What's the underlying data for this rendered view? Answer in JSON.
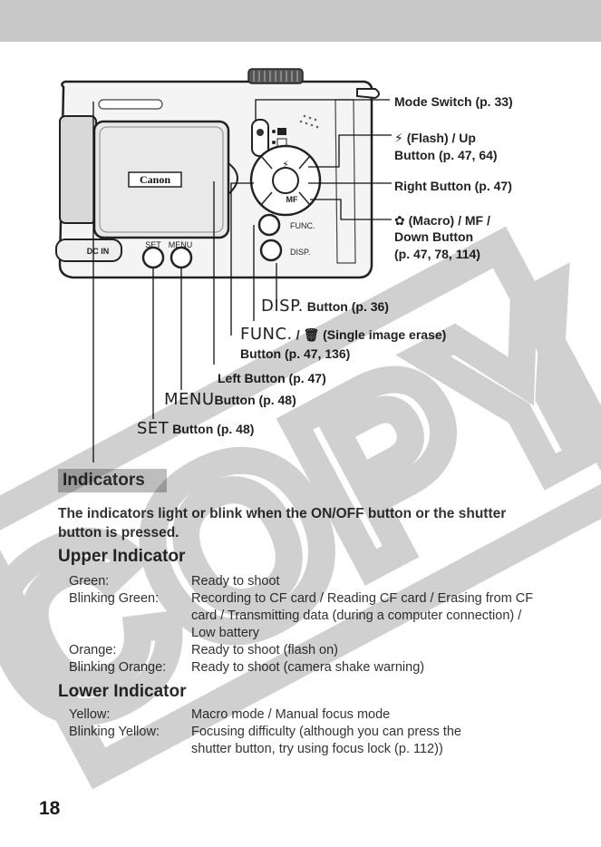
{
  "callouts": {
    "mode_switch": "Mode Switch (p. 33)",
    "flash_up_1": "(Flash) / Up",
    "flash_up_2": "Button (p. 47, 64)",
    "right_button": "Right Button (p. 47)",
    "macro_1": "(Macro) / MF /",
    "macro_2": "Down Button",
    "macro_3": "(p. 47, 78, 114)",
    "disp_word": "DISP.",
    "disp_rest": "Button (p. 36)",
    "func_word": "FUNC.",
    "func_slash": "/",
    "func_rest": "(Single image erase)",
    "func_line2": "Button (p. 47, 136)",
    "left_button": "Left Button (p. 47)",
    "menu_word": "MENU",
    "menu_rest": "Button (p. 48)",
    "set_word": "SET",
    "set_rest": "Button (p. 48)"
  },
  "camera": {
    "brand": "Canon",
    "func_label": "FUNC.",
    "disp_label": "DISP.",
    "mf_label": "MF",
    "set_label": "SET",
    "menu_label": "MENU",
    "dcin_label": "DC IN"
  },
  "indicators": {
    "title": "Indicators",
    "intro": "The indicators light or blink when the ON/OFF button or the shutter button is pressed.",
    "upper_title": "Upper Indicator",
    "upper_rows": [
      {
        "label": "Green:",
        "value": "Ready to shoot"
      },
      {
        "label": "Blinking Green:",
        "value": "Recording to CF card / Reading CF card / Erasing from CF card / Transmitting data (during a computer connection) / Low battery"
      },
      {
        "label": "Orange:",
        "value": "Ready to shoot (flash on)"
      },
      {
        "label": "Blinking Orange:",
        "value": "Ready to shoot (camera shake warning)"
      }
    ],
    "lower_title": "Lower Indicator",
    "lower_rows": [
      {
        "label": "Yellow:",
        "value": "Macro mode / Manual focus mode"
      },
      {
        "label": "Blinking Yellow:",
        "value": "Focusing difficulty (although you can press the shutter button, try using focus lock (p. 112))"
      }
    ]
  },
  "page_number": "18",
  "watermark_text": "COPY"
}
